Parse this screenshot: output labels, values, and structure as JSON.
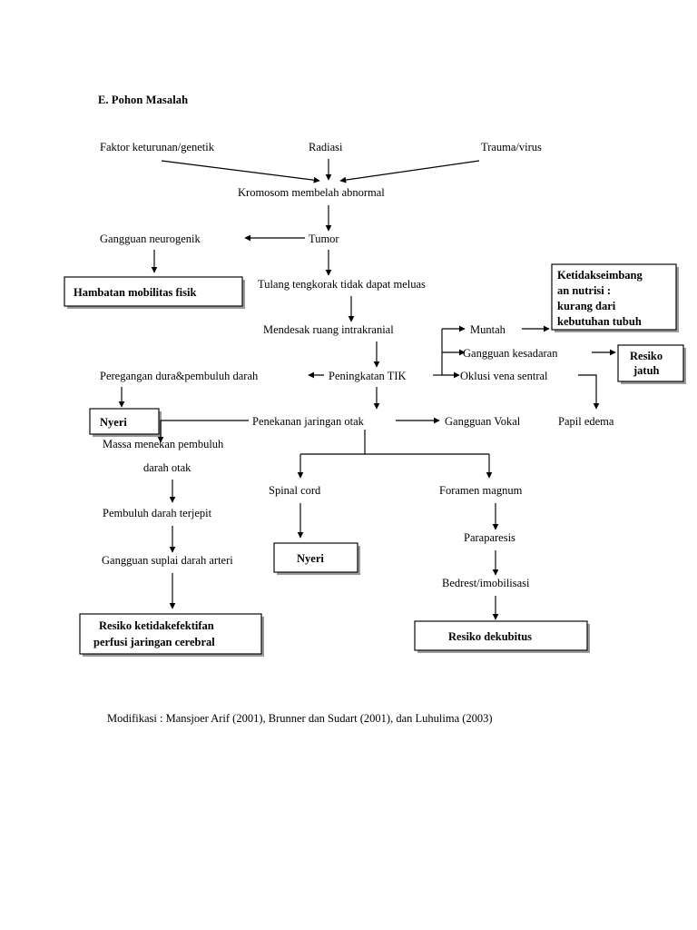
{
  "document": {
    "heading": "E.  Pohon Masalah",
    "footer": "Modifikasi : Mansjoer Arif (2001), Brunner dan Sudart (2001), dan Luhulima (2003)"
  },
  "diagram": {
    "type": "flowchart",
    "title": "Pohon Masalah",
    "nodes": {
      "faktor_keturunan": "Faktor keturunan/genetik",
      "radiasi": "Radiasi",
      "trauma_virus": "Trauma/virus",
      "kromosom": "Kromosom membelah abnormal",
      "gangguan_neurogenik": "Gangguan neurogenik",
      "tumor": "Tumor",
      "hambatan_mobilitas": "Hambatan mobilitas fisik",
      "tulang_tengkorak": "Tulang tengkorak tidak dapat meluas",
      "mendesak_ruang": "Mendesak ruang intrakranial",
      "muntah": "Muntah",
      "ketidakseimbangan_l1": "Ketidakseimbang",
      "ketidakseimbangan_l2": "an nutrisi :",
      "ketidakseimbangan_l3": "kurang dari",
      "ketidakseimbangan_l4": "kebutuhan tubuh",
      "gangguan_kesadaran": "Gangguan kesadaran",
      "resiko_jatuh_l1": "Resiko",
      "resiko_jatuh_l2": "jatuh",
      "peregangan": "Peregangan dura&pembuluh darah",
      "peningkatan_tik": "Peningkatan TIK",
      "oklusi": "Oklusi vena sentral",
      "nyeri_kiri": "Nyeri",
      "penekanan": "Penekanan jaringan otak",
      "gangguan_vokal": "Gangguan Vokal",
      "papil_edema": "Papil edema",
      "massa_menekan_l1": "Massa menekan pembuluh",
      "massa_menekan_l2": "darah otak",
      "spinal_cord": "Spinal cord",
      "foramen_magnum": "Foramen magnum",
      "pembuluh_terjepit": "Pembuluh darah terjepit",
      "nyeri_tengah": "Nyeri",
      "paraparesis": "Paraparesis",
      "gangguan_suplai": "Gangguan suplai darah arteri",
      "bedrest": "Bedrest/imobilisasi",
      "resiko_perfusi_l1": "Resiko ketidakefektifan",
      "resiko_perfusi_l2": "perfusi jaringan cerebral",
      "resiko_dekubitus": "Resiko dekubitus"
    }
  },
  "colors": {
    "ink": "#000000",
    "paper": "#ffffff",
    "shadow": "#9a9a9a"
  }
}
